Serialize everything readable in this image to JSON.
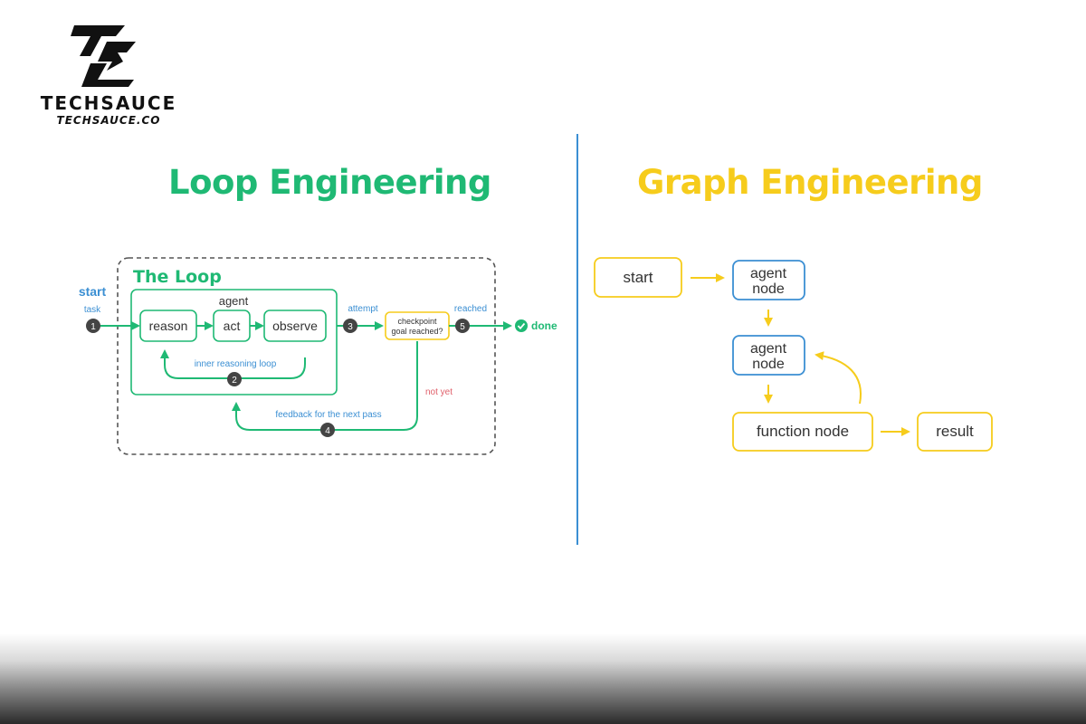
{
  "logo": {
    "word": "TECHSAUCE",
    "site": "TECHSAUCE.CO"
  },
  "loop": {
    "title": "Loop Engineering",
    "container_label": "The Loop",
    "agent_label": "agent",
    "start": "start",
    "task": "task",
    "nodes": {
      "reason": "reason",
      "act": "act",
      "observe": "observe"
    },
    "inner_loop": "inner reasoning loop",
    "attempt": "attempt",
    "checkpoint_line1": "checkpoint",
    "checkpoint_line2": "goal reached?",
    "reached": "reached",
    "done": "done",
    "not_yet": "not yet",
    "feedback": "feedback for the next pass",
    "steps": [
      "1",
      "2",
      "3",
      "4",
      "5"
    ]
  },
  "graph": {
    "title": "Graph Engineering",
    "start": "start",
    "agent1_line1": "agent",
    "agent1_line2": "node",
    "agent2_line1": "agent",
    "agent2_line2": "node",
    "function_node": "function node",
    "result": "result"
  },
  "colors": {
    "green": "#1fb974",
    "yellow": "#f6cc1c",
    "blue": "#3b8fd3",
    "red": "#e0606b",
    "dark": "#444444"
  }
}
